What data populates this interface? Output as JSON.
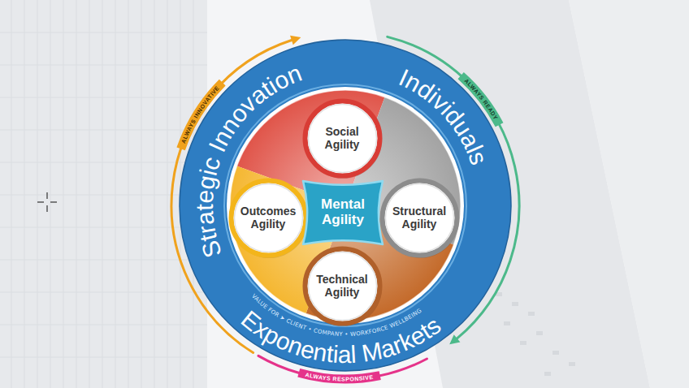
{
  "diagram": {
    "nodes": [
      {
        "text": [
          "Strategic Innovation",
          "Individuals",
          "Exponential Markets",
          "VALUE FOR ➤ CLIENT • COMPANY • WORKFORCE WELLBEING"
        ]
      },
      {
        "text": [
          "Social Agility"
        ],
        "in": 0
      },
      {
        "text": [
          "Outcomes Agility"
        ],
        "in": 0
      },
      {
        "text": [
          "Mental Agility"
        ],
        "in": 0
      },
      {
        "text": [
          "Structural Agility"
        ],
        "in": 0
      },
      {
        "text": [
          "Technical Agility"
        ],
        "in": 0
      },
      {
        "text": [
          "ALWAYS INNOVATIVE"
        ]
      },
      {
        "text": [
          "ALWAYS READY"
        ]
      },
      {
        "text": [
          "ALWAYS RESPONSIVE"
        ]
      }
    ]
  }
}
